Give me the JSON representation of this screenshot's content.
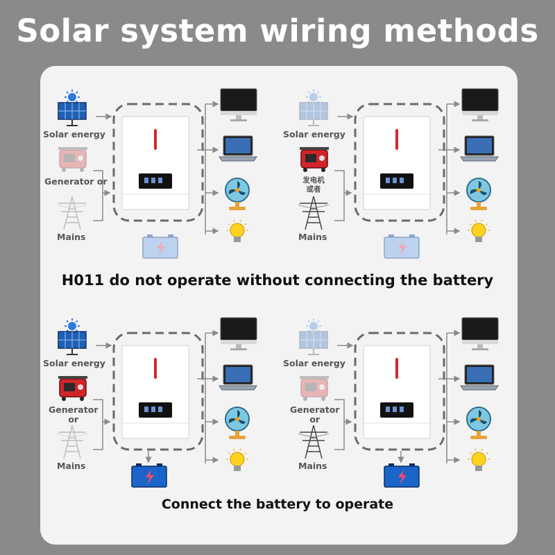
{
  "title": "Solar system wiring methods",
  "captions": {
    "top": "H011 do not operate without connecting the battery",
    "bottom": "Connect the battery to operate"
  },
  "panels": [
    {
      "solar_label": "Solar energy",
      "gen_label": "Generator or",
      "mains_label": "Mains",
      "solar_active": true,
      "gen_active": false,
      "mains_active": false,
      "battery_active": false
    },
    {
      "solar_label": "Solar energy",
      "gen_label": "发电机\n或者",
      "mains_label": "Mains",
      "solar_active": false,
      "gen_active": true,
      "mains_active": true,
      "battery_active": false
    },
    {
      "solar_label": "Solar energy",
      "gen_label": "Generator\nor",
      "mains_label": "Mains",
      "solar_active": true,
      "gen_active": true,
      "mains_active": false,
      "battery_active": true
    },
    {
      "solar_label": "Solar energy",
      "gen_label": "Generator\nor",
      "mains_label": "Mains",
      "solar_active": false,
      "gen_active": false,
      "mains_active": true,
      "battery_active": true
    }
  ],
  "colors": {
    "background": "#8a8a8a",
    "card": "#f3f3f3",
    "dashed_box": "#6a6a6a",
    "arrow": "#8a8a8a",
    "inverter_accent": "#d9262b",
    "battery_active": "#1b64c9",
    "battery_faded": "#bcd2ee"
  },
  "icons": [
    "solar-panel-icon",
    "generator-icon",
    "power-tower-icon",
    "inverter-icon",
    "battery-icon",
    "monitor-icon",
    "laptop-icon",
    "fan-icon",
    "bulb-icon"
  ]
}
